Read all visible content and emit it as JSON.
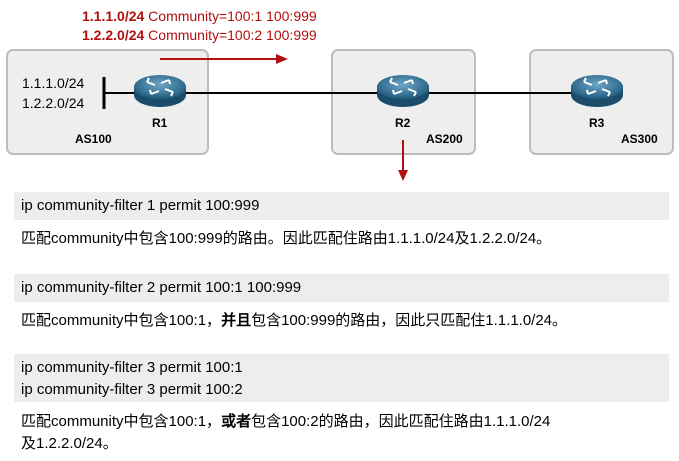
{
  "header": {
    "line1": {
      "prefix": "1.1.1.0/24",
      "community": "Community=100:1 100:999"
    },
    "line2": {
      "prefix": "1.2.2.0/24",
      "community": "Community=100:2 100:999"
    }
  },
  "topology": {
    "as100": {
      "label": "AS100",
      "router": "R1",
      "prefixes": [
        "1.1.1.0/24",
        "1.2.2.0/24"
      ]
    },
    "as200": {
      "label": "AS200",
      "router": "R2"
    },
    "as300": {
      "label": "AS300",
      "router": "R3"
    }
  },
  "filters": [
    {
      "commands": [
        "ip community-filter 1 permit 100:999"
      ],
      "desc": {
        "before": "匹配community中包含100:999的路由。因此匹配住路由1.1.1.0/24及1.2.2.0/24。",
        "bold": "",
        "after": ""
      }
    },
    {
      "commands": [
        "ip community-filter 2 permit 100:1 100:999"
      ],
      "desc": {
        "before": "匹配community中包含100:1，",
        "bold": "并且",
        "after": "包含100:999的路由，因此只匹配住1.1.1.0/24。"
      }
    },
    {
      "commands": [
        "ip community-filter 3 permit 100:1",
        "ip community-filter 3 permit 100:2"
      ],
      "desc": {
        "before": "匹配community中包含100:1，",
        "bold": "或者",
        "after": "包含100:2的路由，因此匹配住路由1.1.1.0/24",
        "line2": "及1.2.2.0/24。"
      }
    }
  ],
  "colors": {
    "accent": "#b01010",
    "router": "#2f6f93",
    "box_fill": "#eeeeee",
    "cmd_fill": "#ededed"
  },
  "icons": {
    "router": "router-icon"
  }
}
